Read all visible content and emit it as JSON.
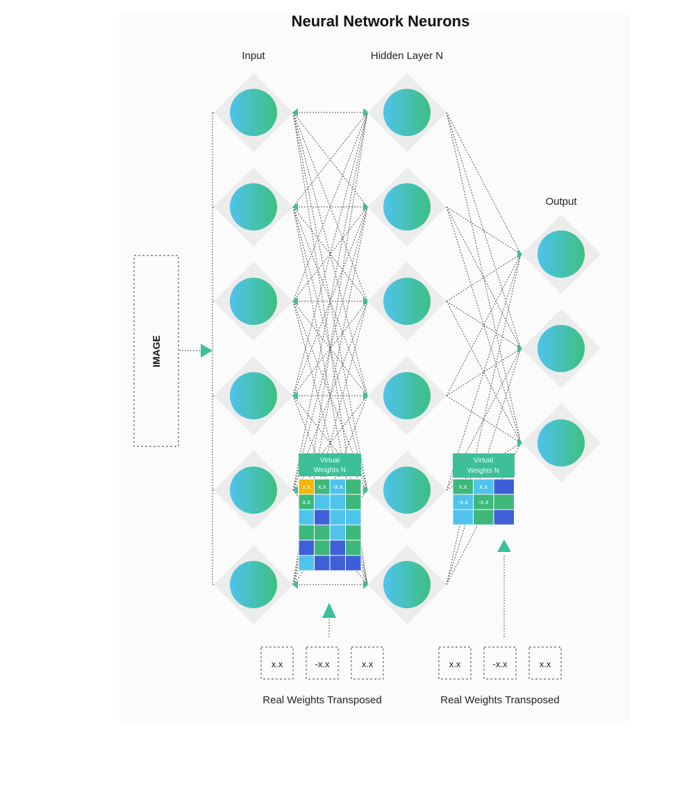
{
  "title": "Neural Network Neurons",
  "layers": {
    "input_label": "Input",
    "hidden_label": "Hidden Layer N",
    "output_label": "Output"
  },
  "image_label": "IMAGE",
  "matrix_left": {
    "header_line1": "Virtual",
    "header_line2": "Weights N",
    "cells": [
      {
        "text": "x.x"
      },
      {
        "text": "x.x"
      },
      {
        "text": "-x.x"
      },
      {
        "text": ""
      },
      {
        "text": "x.x"
      },
      {
        "text": ""
      },
      {
        "text": ""
      },
      {
        "text": ""
      },
      {
        "text": ""
      },
      {
        "text": ""
      },
      {
        "text": ""
      },
      {
        "text": ""
      },
      {
        "text": ""
      },
      {
        "text": ""
      },
      {
        "text": ""
      },
      {
        "text": ""
      },
      {
        "text": ""
      },
      {
        "text": ""
      },
      {
        "text": ""
      },
      {
        "text": ""
      },
      {
        "text": ""
      },
      {
        "text": ""
      },
      {
        "text": ""
      },
      {
        "text": ""
      }
    ]
  },
  "matrix_right": {
    "header_line1": "Virtual",
    "header_line2": "Weights N",
    "cells": [
      {
        "text": "x.x"
      },
      {
        "text": "x.x"
      },
      {
        "text": ""
      },
      {
        "text": "-x.x"
      },
      {
        "text": "-x.x"
      },
      {
        "text": ""
      },
      {
        "text": ""
      },
      {
        "text": ""
      },
      {
        "text": ""
      }
    ]
  },
  "real_weights_left": {
    "values": [
      "x.x",
      "-x.x",
      "x.x"
    ],
    "caption": "Real Weights Transposed"
  },
  "real_weights_right": {
    "values": [
      "x.x",
      "-x.x",
      "x.x"
    ],
    "caption": "Real Weights Transposed"
  },
  "colors": {
    "neuron_gradient_start": "#4fc3ec",
    "neuron_gradient_end": "#3dbf82",
    "diamond": "#ececec",
    "arrow": "#3dbf9a",
    "matrix_header": "#3dbf9a",
    "cell_palette": [
      "#f5b800",
      "#4fc3ec",
      "#3db87a",
      "#3f5fd9"
    ]
  },
  "matrix_left_colors": [
    0,
    2,
    1,
    2,
    2,
    1,
    1,
    2,
    1,
    3,
    1,
    1,
    2,
    2,
    1,
    2,
    3,
    2,
    3,
    2,
    1,
    3,
    3,
    3
  ],
  "matrix_right_colors": [
    2,
    1,
    3,
    1,
    2,
    2,
    1,
    2,
    3
  ]
}
